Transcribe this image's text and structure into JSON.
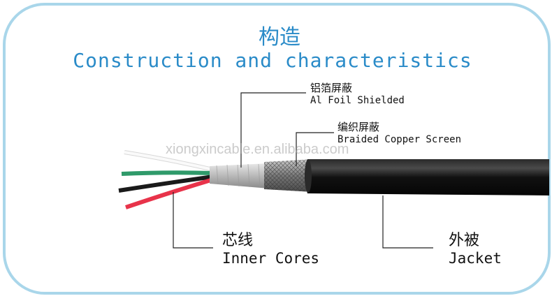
{
  "title": {
    "cn": "构造",
    "en": "Construction and characteristics"
  },
  "watermark": "xiongxincable.en.alibaba.com",
  "labels": {
    "foil": {
      "cn": "铝箔屏蔽",
      "en": "Al Foil Shielded"
    },
    "braid": {
      "cn": "编织屏蔽",
      "en": "Braided Copper Screen"
    },
    "cores": {
      "cn": "芯线",
      "en": "Inner Cores"
    },
    "jacket": {
      "cn": "外被",
      "en": "Jacket"
    }
  },
  "colors": {
    "frame": "#a9d6ea",
    "title": "#2a8bc8",
    "jacket": "#111111",
    "wire_white": "#f4f4f4",
    "wire_green": "#2f9a6a",
    "wire_black": "#1a1a1a",
    "wire_red": "#e8334a"
  }
}
